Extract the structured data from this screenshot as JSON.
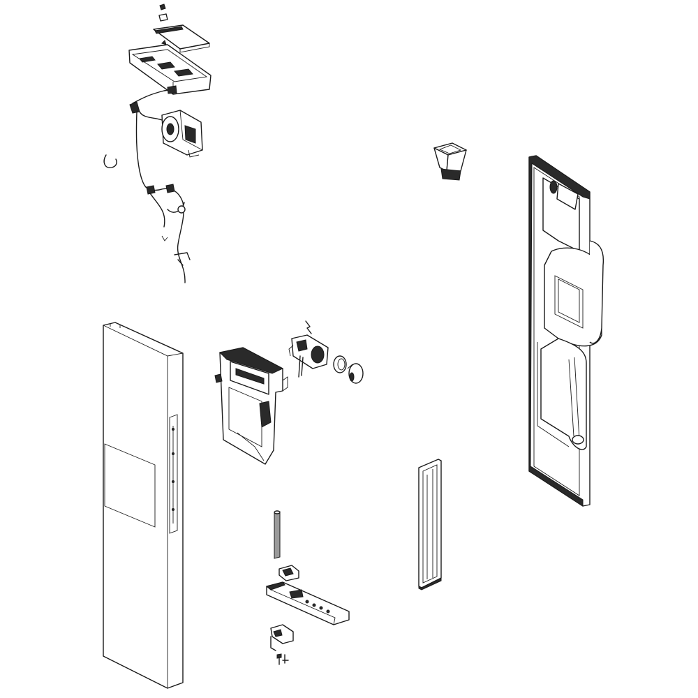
{
  "diagram": {
    "type": "exploded-parts-view",
    "colors": {
      "line": "#1a1a1a",
      "background": "#ffffff",
      "shade": "#9a9a9a"
    },
    "parts": [
      "screw-top",
      "clip-top",
      "cover-plate",
      "control-bracket",
      "wire-harness",
      "dispenser-motor",
      "wire-hook",
      "door-outer-panel",
      "dispenser-housing",
      "ice-actuator",
      "actuator-ring-a",
      "actuator-ring-b",
      "pivot-rod",
      "bottom-tray",
      "tray-clip",
      "hinge-bracket",
      "hinge-screws",
      "ice-funnel",
      "door-inner-liner",
      "door-side-strip"
    ]
  }
}
